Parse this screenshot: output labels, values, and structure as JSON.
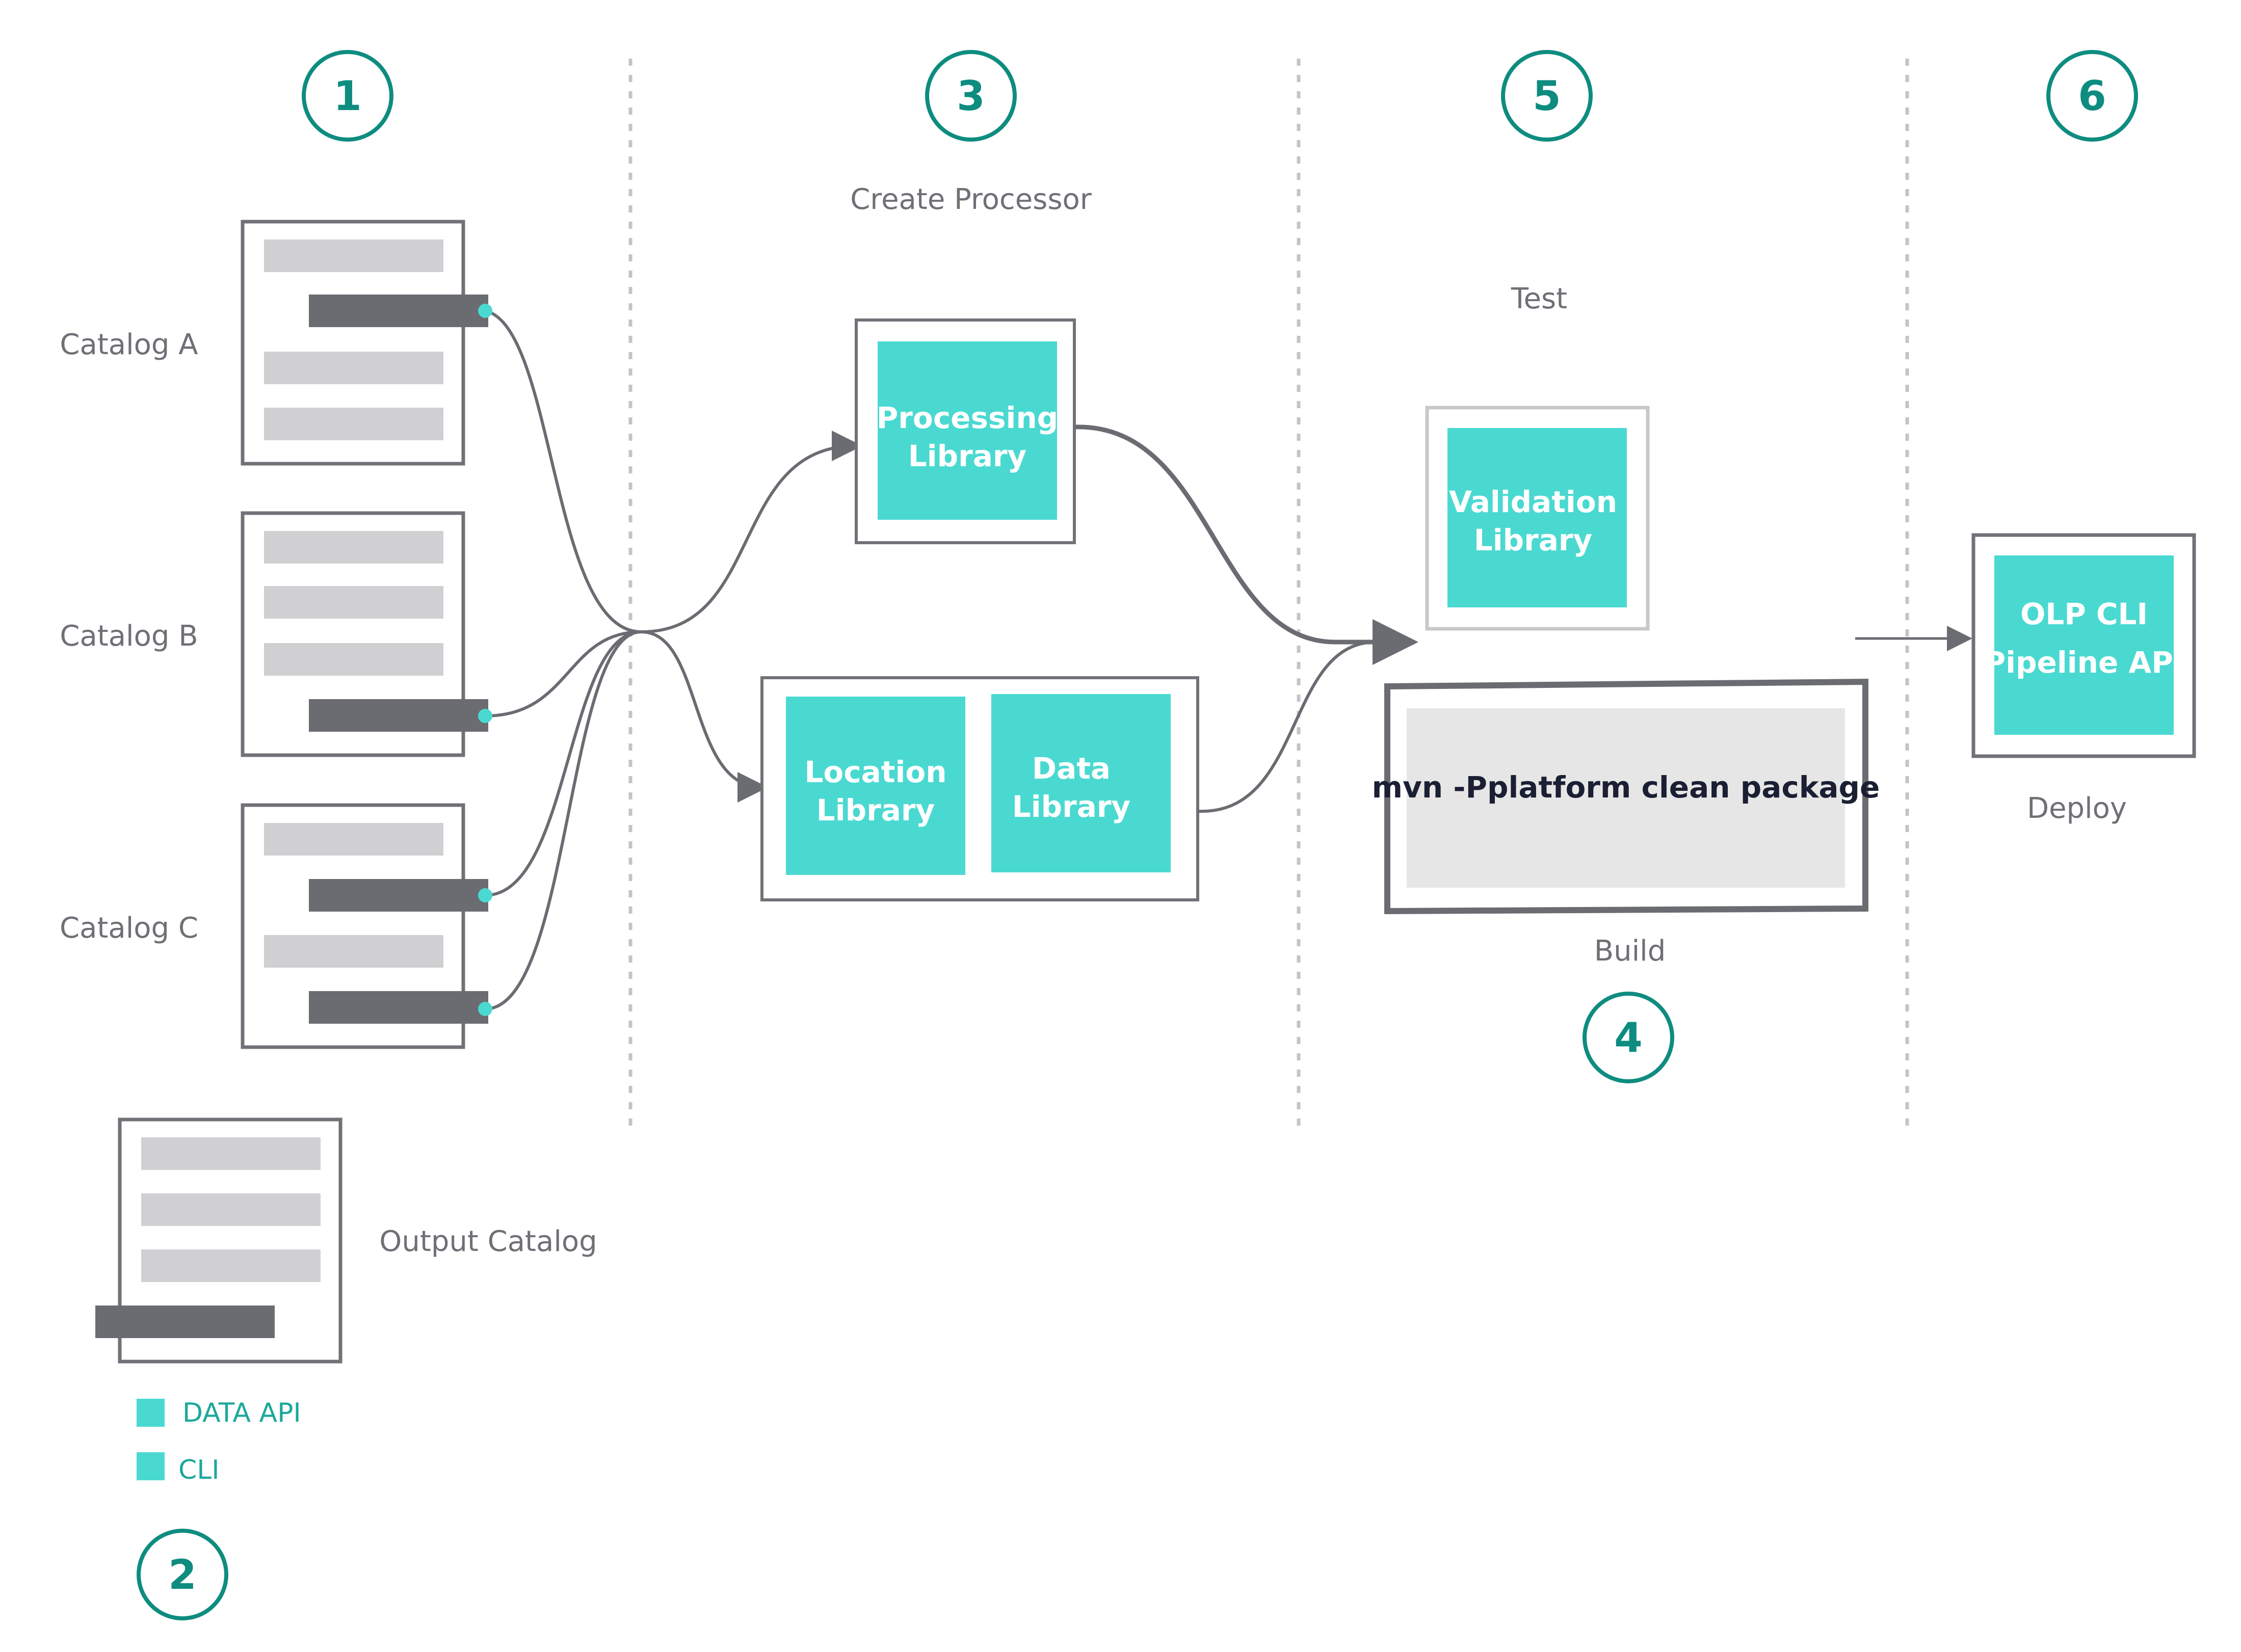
{
  "steps": {
    "s1": "1",
    "s2": "2",
    "s3": "3",
    "s4": "4",
    "s5": "5",
    "s6": "6"
  },
  "labels": {
    "catalog_a": "Catalog A",
    "catalog_b": "Catalog B",
    "catalog_c": "Catalog C",
    "output_catalog": "Output Catalog",
    "create_processor": "Create Processor",
    "test": "Test",
    "build": "Build",
    "deploy": "Deploy"
  },
  "boxes": {
    "processing_library": [
      "Processing",
      "Library"
    ],
    "location_library": [
      "Location",
      "Library"
    ],
    "data_library": [
      "Data",
      "Library"
    ],
    "validation_library": [
      "Validation",
      "Library"
    ],
    "olp_cli": [
      "OLP CLI",
      "Pipeline API"
    ]
  },
  "build_command": "mvn -Pplatform clean package",
  "legend": {
    "data_api": "DATA API",
    "cli": "CLI"
  },
  "colors": {
    "teal": "#4ad9d1",
    "dark_teal": "#0e8c80",
    "gray_bar": "#d0d0d2",
    "dark_bar": "#6a6c72",
    "outline": "#707277",
    "build_bg": "#e6e6e6"
  }
}
